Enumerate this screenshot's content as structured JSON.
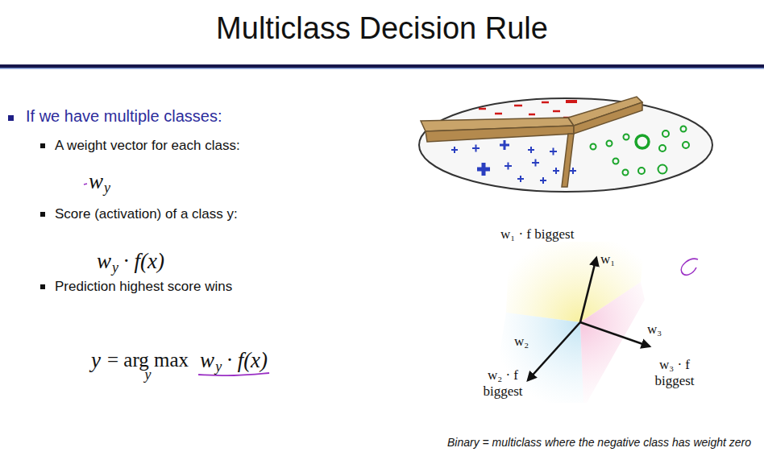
{
  "diagram": {
    "title": "Multiclass Decision Rule",
    "caption": "Binary = multiclass where the negative class has weight zero",
    "labels": [
      "If we have multiple classes:",
      "A weight vector for each class:",
      "w",
      "y",
      "Score (activation) of a class y:",
      "w",
      "y",
      "· f(x)",
      "Prediction highest score wins",
      "y",
      "= arg max",
      "y",
      "w",
      "y",
      "· f(x)",
      "w₁ · f biggest",
      "w₁",
      "w₂",
      "w₃",
      "w₂ · f biggest",
      "w₃ · f biggest"
    ]
  }
}
